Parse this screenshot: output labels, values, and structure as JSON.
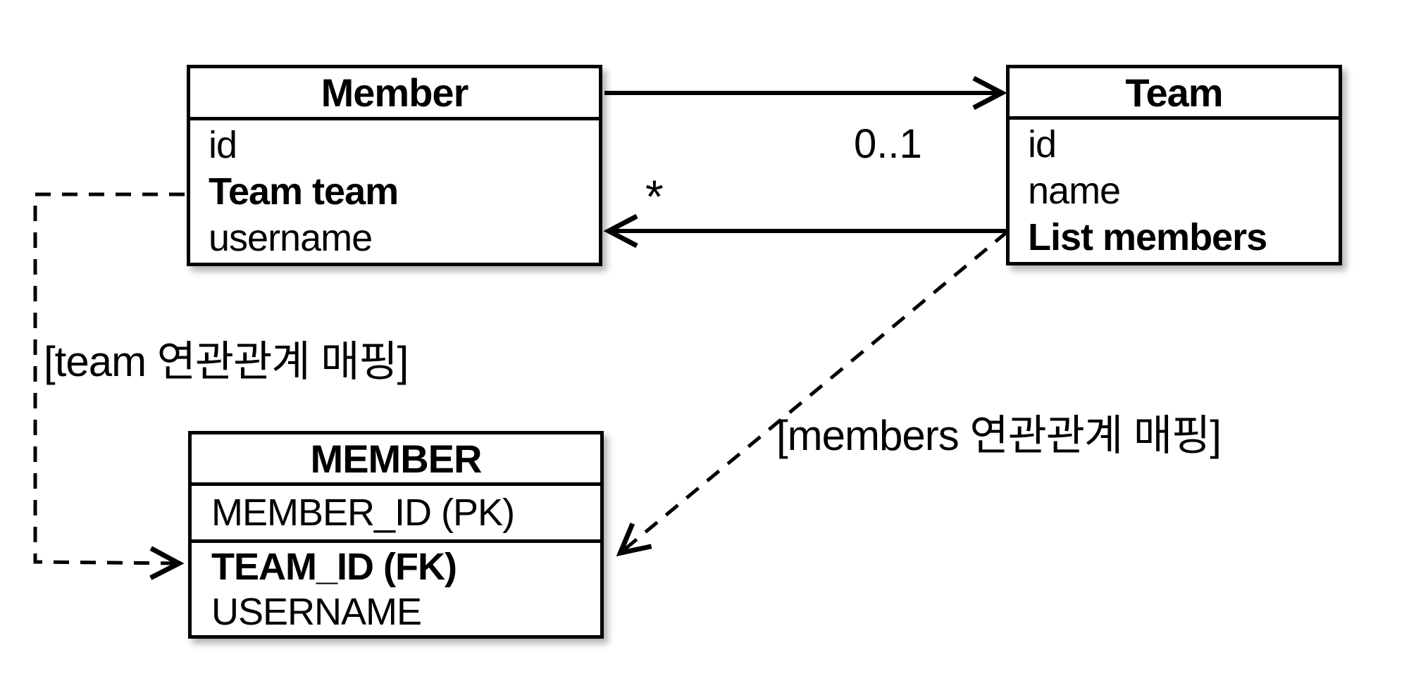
{
  "diagram": {
    "entities": {
      "member_class": {
        "title": "Member",
        "fields": [
          {
            "name": "id",
            "bold": false
          },
          {
            "name": "Team team",
            "bold": true
          },
          {
            "name": "username",
            "bold": false
          }
        ]
      },
      "team_class": {
        "title": "Team",
        "fields": [
          {
            "name": "id",
            "bold": false
          },
          {
            "name": "name",
            "bold": false
          },
          {
            "name": "List members",
            "bold": true
          }
        ]
      },
      "member_table": {
        "title": "MEMBER",
        "pk_row": {
          "name": "MEMBER_ID (PK)",
          "bold": false
        },
        "fields": [
          {
            "name": "TEAM_ID (FK)",
            "bold": true
          },
          {
            "name": "USERNAME",
            "bold": false
          }
        ]
      }
    },
    "relations": {
      "member_to_team": {
        "multiplicity": "0..1",
        "style": "solid-arrow"
      },
      "team_to_member": {
        "multiplicity": "*",
        "style": "solid-arrow"
      },
      "team_mapping": {
        "label": "[team 연관관계 매핑]",
        "style": "dashed-arrow"
      },
      "members_mapping": {
        "label": "[members 연관관계 매핑]",
        "style": "dashed-arrow"
      }
    },
    "colors": {
      "line": "#000000",
      "background": "#ffffff",
      "box_fill": "#ffffff"
    }
  }
}
